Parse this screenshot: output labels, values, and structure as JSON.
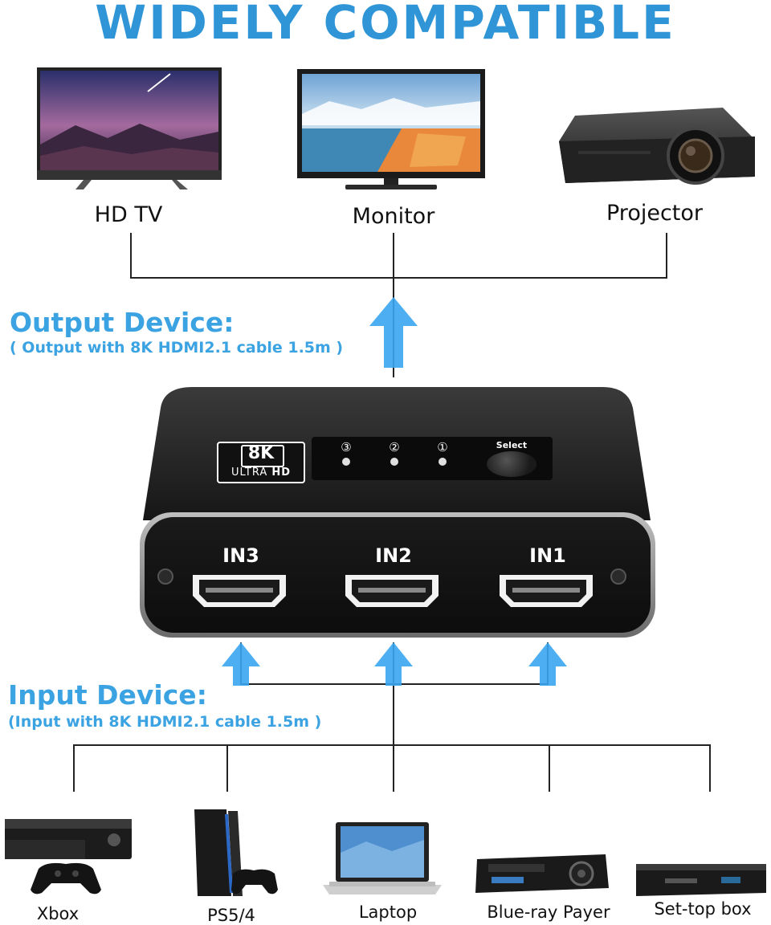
{
  "headline": "WIDELY COMPATIBLE",
  "output_section": {
    "title": "Output Device:",
    "subtitle": "( Output with 8K HDMI2.1 cable 1.5m )",
    "devices": [
      {
        "label": "HD TV",
        "icon": "tv-icon"
      },
      {
        "label": "Monitor",
        "icon": "monitor-icon"
      },
      {
        "label": "Projector",
        "icon": "projector-icon"
      }
    ]
  },
  "switch_device": {
    "badge_main": "8K",
    "badge_sub_1": "ULTRA",
    "badge_sub_2": "HD",
    "leds": [
      "③",
      "②",
      "①"
    ],
    "select_label": "Select",
    "ports": [
      "IN3",
      "IN2",
      "IN1"
    ]
  },
  "input_section": {
    "title": "Input Device:",
    "subtitle": "(Input  with 8K HDMI2.1 cable 1.5m )",
    "devices": [
      {
        "label": "Xbox",
        "icon": "xbox-icon"
      },
      {
        "label": "PS5/4",
        "icon": "playstation-icon"
      },
      {
        "label": "Laptop",
        "icon": "laptop-icon"
      },
      {
        "label": "Blue-ray Payer",
        "icon": "bluray-player-icon"
      },
      {
        "label": "Set-top box",
        "icon": "settop-box-icon"
      }
    ]
  },
  "colors": {
    "accent": "#3ca3e3",
    "arrow": "#3aa6ef",
    "line": "#222222",
    "device_body": "#1a1a1a"
  }
}
